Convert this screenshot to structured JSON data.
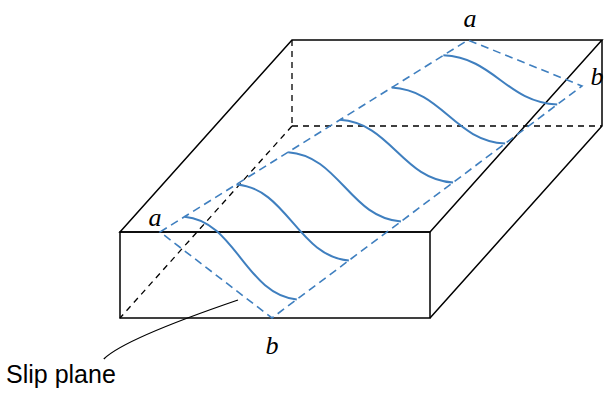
{
  "diagram": {
    "labels": [
      "a",
      "b",
      "a",
      "b",
      "Slip plane"
    ]
  }
}
